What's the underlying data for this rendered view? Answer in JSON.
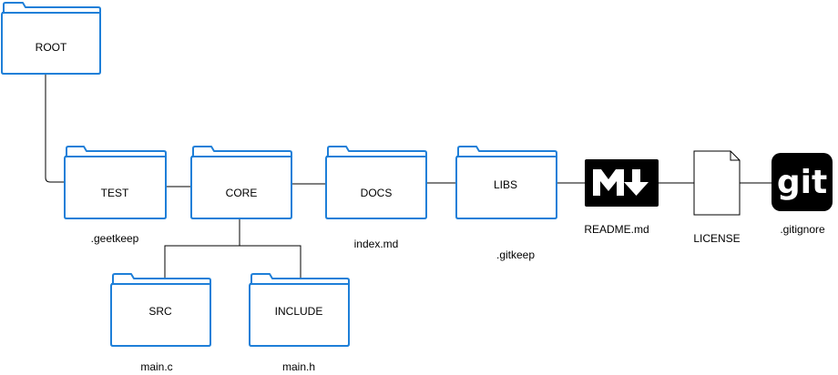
{
  "diagram": {
    "folders": {
      "root": "ROOT",
      "test": "TEST",
      "core": "CORE",
      "docs": "DOCS",
      "libs": "LIBS",
      "src": "SRC",
      "include": "INCLUDE"
    },
    "files": {
      "test_file": ".geetkeep",
      "docs_file": "index.md",
      "libs_file": ".gitkeep",
      "src_file": "main.c",
      "include_file": "main.h",
      "readme": "README.md",
      "license": "LICENSE",
      "gitignore": ".gitignore"
    },
    "git_logo_text": "git",
    "colors": {
      "folder_stroke": "#1e7fd8",
      "edge": "#000000",
      "icon_bg": "#000000"
    }
  }
}
